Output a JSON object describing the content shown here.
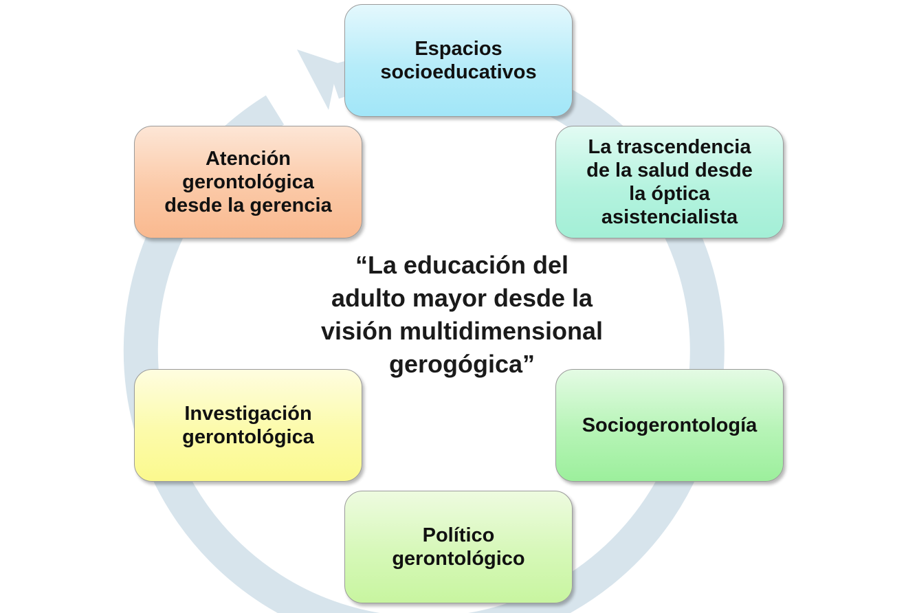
{
  "diagram": {
    "center_text": "“La educación del\nadulto mayor desde la\nvisión multidimensional\ngerogógica”",
    "nodes": [
      {
        "label": "Espacios\nsocioeducativos",
        "color": "#b6ecf9"
      },
      {
        "label": "La trascendencia\nde la salud desde\nla óptica\nasistencialista",
        "color": "#b5f3df"
      },
      {
        "label": "Sociogerontología",
        "color": "#b6f4b6"
      },
      {
        "label": "Político\ngerontológico",
        "color": "#d6f8b8"
      },
      {
        "label": "Investigación\ngerontológica",
        "color": "#fcfbaa"
      },
      {
        "label": "Atención\ngerontológica\ndesde la gerencia",
        "color": "#fbc9a7"
      }
    ],
    "ring_color": "#d7e4ec",
    "arrow_icon": "circular-arrow-icon"
  }
}
